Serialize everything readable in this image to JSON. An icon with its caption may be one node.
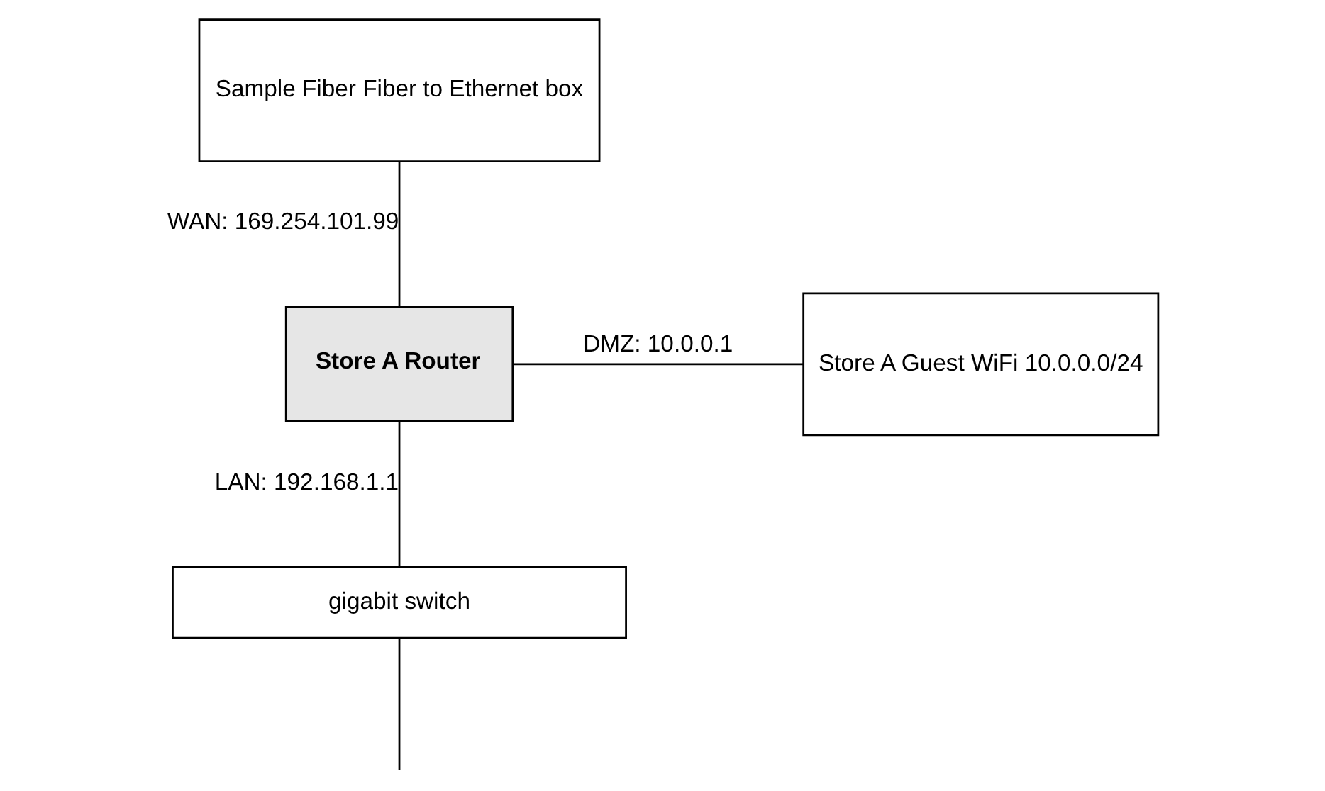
{
  "diagram": {
    "nodes": [
      {
        "text": [
          "Sample Fiber Fiber to Ethernet box"
        ]
      },
      {
        "text": [
          "Store A Router"
        ]
      },
      {
        "text": [
          "Store A Guest WiFi 10.0.0.0/24"
        ]
      },
      {
        "text": [
          "gigabit switch"
        ]
      }
    ],
    "edges": [
      {
        "from": 0,
        "to": 1,
        "arrow": "none",
        "label": "WAN: 169.254.101.99"
      },
      {
        "from": 1,
        "to": 2,
        "arrow": "none",
        "label": "DMZ: 10.0.0.1"
      },
      {
        "from": 1,
        "to": 3,
        "arrow": "none",
        "label": "LAN: 192.168.1.1"
      },
      {
        "from": 3,
        "to": null,
        "arrow": "none"
      }
    ]
  }
}
